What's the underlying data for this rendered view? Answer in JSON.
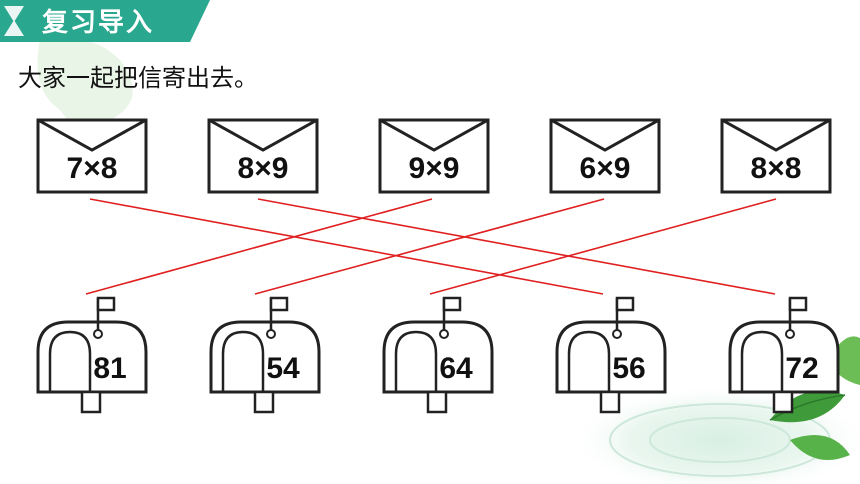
{
  "header": {
    "title": "复习导入",
    "accent": "#2aa78f"
  },
  "instruction": "大家一起把信寄出去。",
  "line_color": "#e02020",
  "envelopes": [
    {
      "label": "7×8"
    },
    {
      "label": "8×9"
    },
    {
      "label": "9×9"
    },
    {
      "label": "6×9"
    },
    {
      "label": "8×8"
    }
  ],
  "mailboxes": [
    {
      "label": "81"
    },
    {
      "label": "54"
    },
    {
      "label": "64"
    },
    {
      "label": "56"
    },
    {
      "label": "72"
    }
  ],
  "connections": [
    {
      "from": "7×8",
      "to": "56"
    },
    {
      "from": "8×9",
      "to": "72"
    },
    {
      "from": "9×9",
      "to": "81"
    },
    {
      "from": "6×9",
      "to": "54"
    },
    {
      "from": "8×8",
      "to": "64"
    }
  ]
}
